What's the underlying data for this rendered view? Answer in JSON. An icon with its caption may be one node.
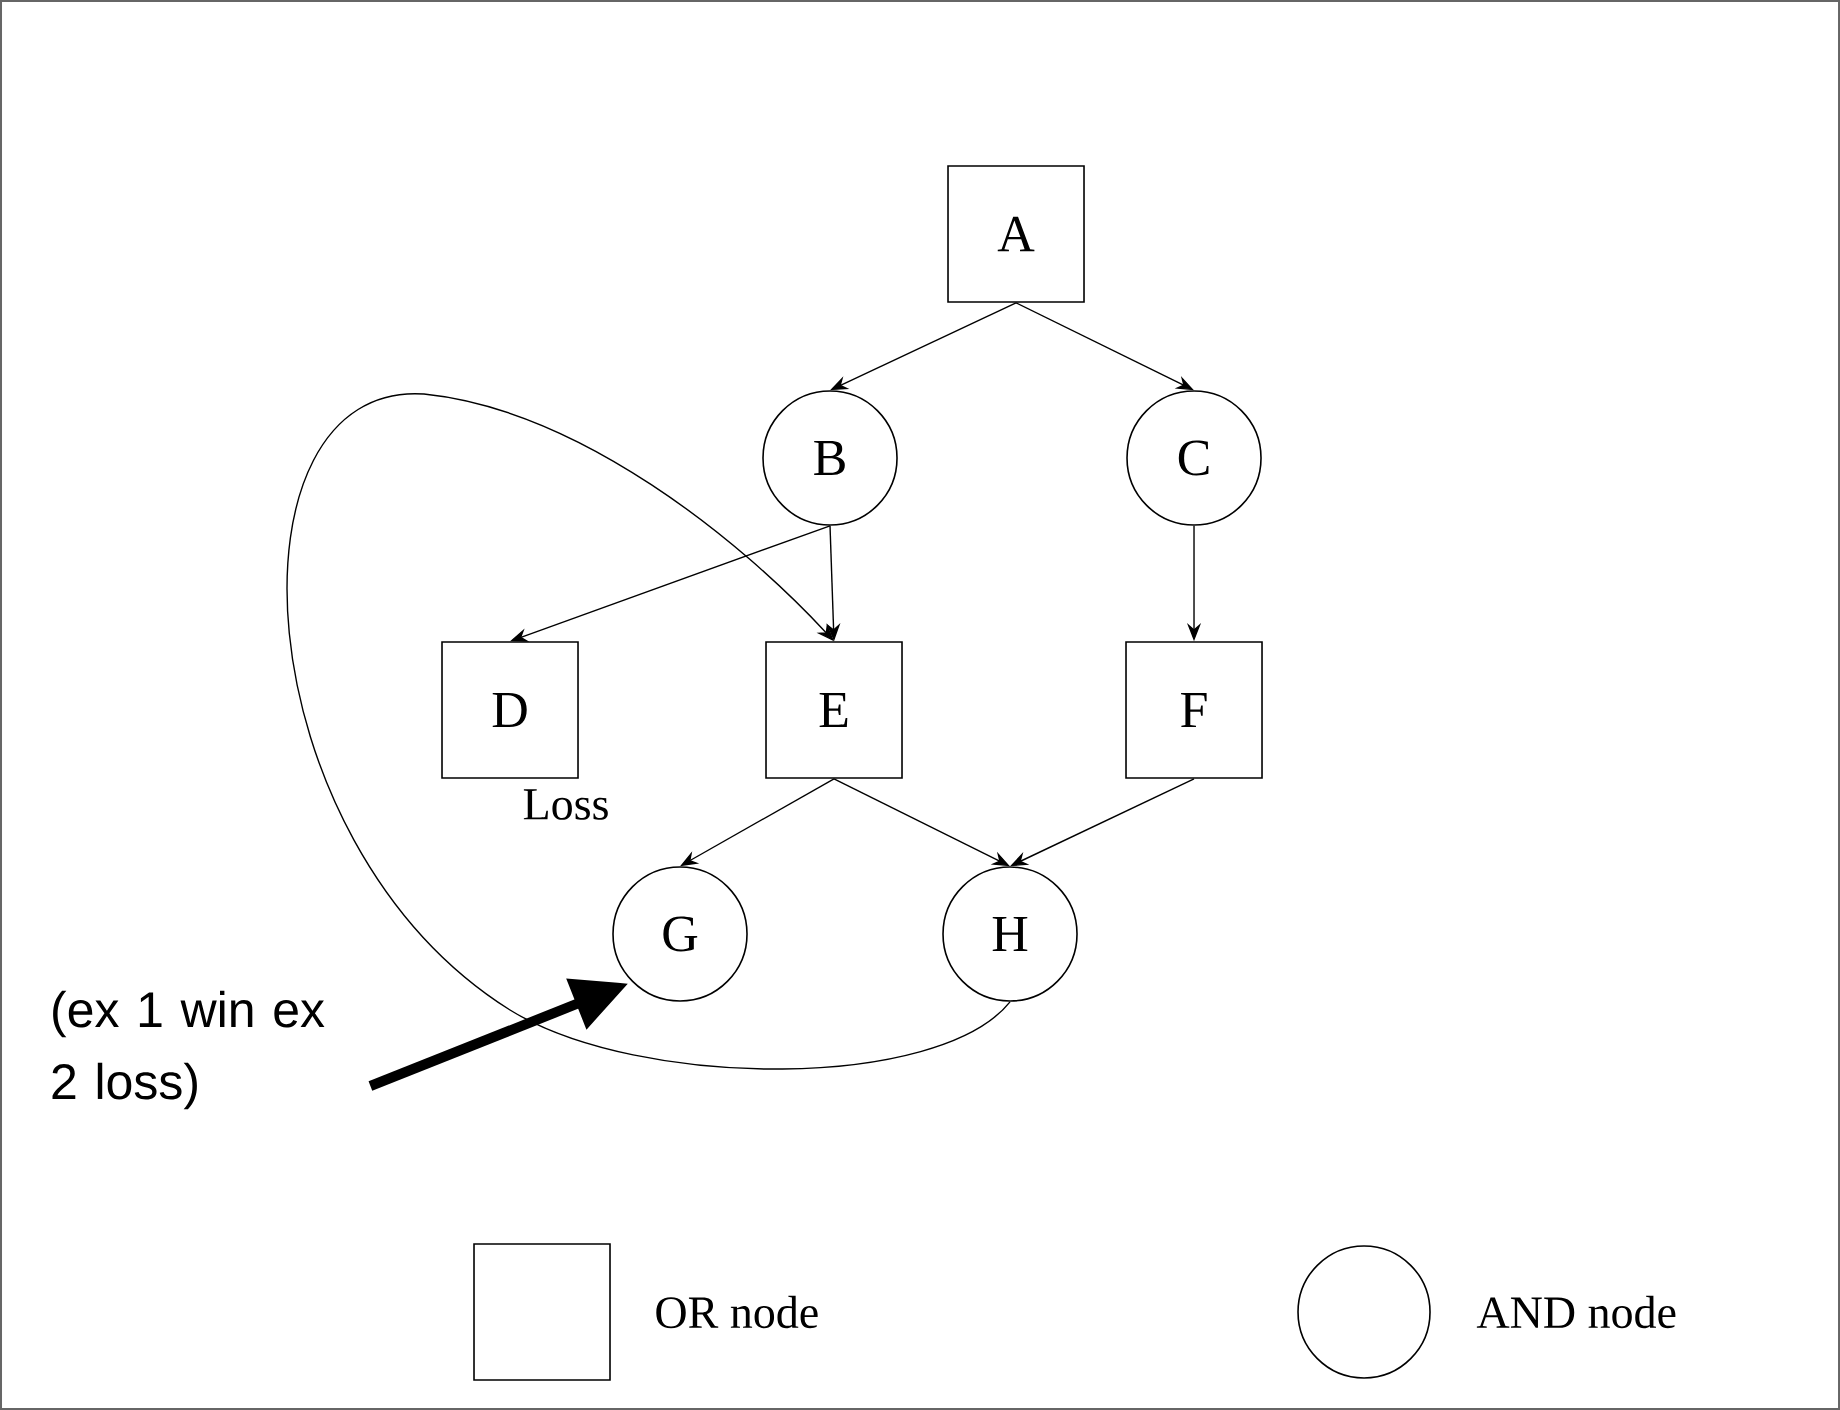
{
  "diagram": {
    "nodes": [
      {
        "text": [
          "A"
        ]
      },
      {
        "text": [
          "B"
        ]
      },
      {
        "text": [
          "C"
        ]
      },
      {
        "text": [
          "D"
        ],
        "beside": [
          "Loss"
        ]
      },
      {
        "text": [
          "E"
        ]
      },
      {
        "text": [
          "F"
        ]
      },
      {
        "text": [
          "G"
        ]
      },
      {
        "text": [
          "H"
        ]
      },
      {
        "text": [
          "(ex 1 win ex 2 loss)"
        ]
      }
    ],
    "edges": [
      {
        "from": 0,
        "to": 1,
        "arrow": "to"
      },
      {
        "from": 0,
        "to": 2,
        "arrow": "to"
      },
      {
        "from": 1,
        "to": 3,
        "arrow": "to"
      },
      {
        "from": 1,
        "to": 4,
        "arrow": "to"
      },
      {
        "from": 2,
        "to": 5,
        "arrow": "to"
      },
      {
        "from": 4,
        "to": 6,
        "arrow": "to"
      },
      {
        "from": 4,
        "to": 7,
        "arrow": "to"
      },
      {
        "from": 5,
        "to": 7,
        "arrow": "to"
      },
      {
        "from": 7,
        "to": 4,
        "arrow": "to"
      },
      {
        "from": 8,
        "to": 6,
        "arrow": "to",
        "style": "thick"
      }
    ],
    "legend": [
      {
        "text": "OR node"
      },
      {
        "text": "AND node"
      }
    ]
  }
}
